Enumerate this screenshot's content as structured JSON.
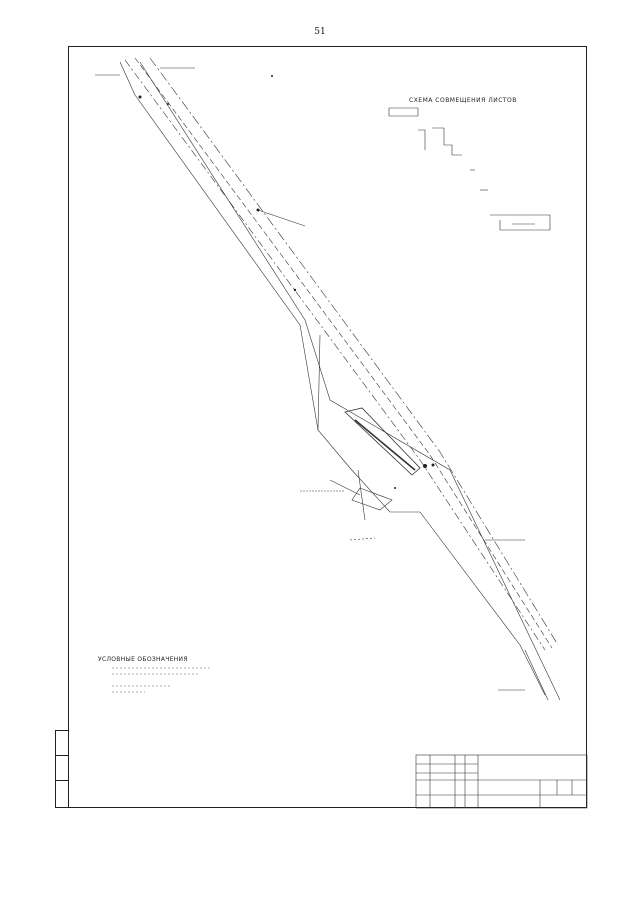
{
  "page": {
    "number": "51"
  },
  "scheme": {
    "title": "СХЕМА СОВМЕЩЕНИЯ ЛИСТОВ"
  },
  "legend": {
    "title": "УСЛОВНЫЕ ОБОЗНАЧЕНИЯ"
  }
}
